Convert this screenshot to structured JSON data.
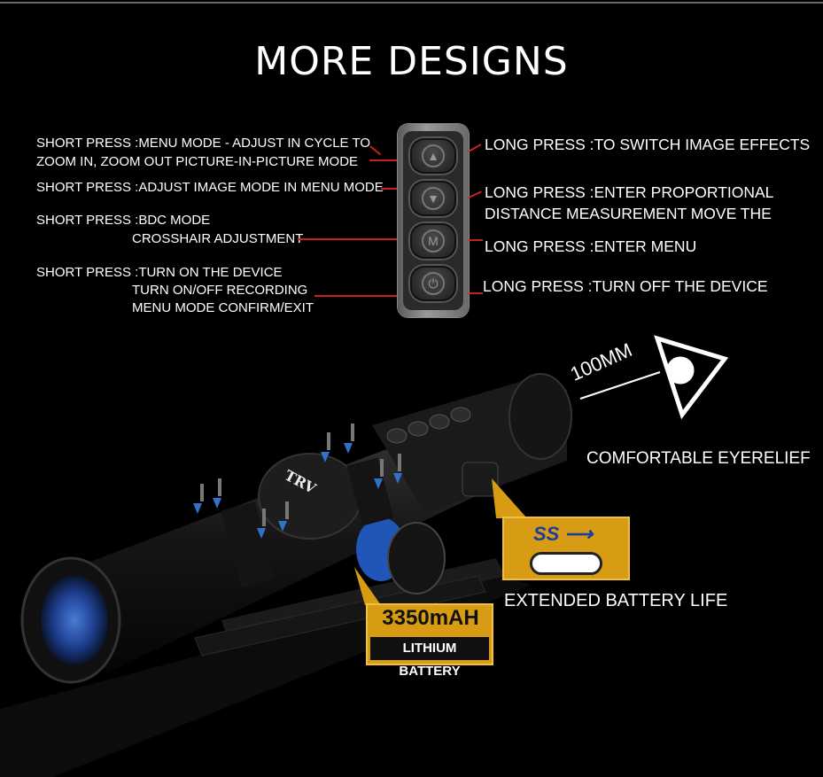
{
  "title": "MORE DESIGNS",
  "left_labels": [
    "SHORT PRESS :MENU MODE - ADJUST IN CYCLE TO",
    "ZOOM IN, ZOOM OUT PICTURE-IN-PICTURE MODE",
    "SHORT PRESS :ADJUST IMAGE MODE IN MENU MODE",
    "SHORT PRESS :BDC MODE",
    "CROSSHAIR ADJUSTMENT",
    "SHORT PRESS :TURN ON THE DEVICE",
    "TURN ON/OFF RECORDING",
    "MENU MODE CONFIRM/EXIT"
  ],
  "right_labels": [
    "LONG PRESS :TO SWITCH IMAGE EFFECTS",
    "LONG PRESS :ENTER PROPORTIONAL",
    "DISTANCE MEASUREMENT MOVE THE",
    "LONG PRESS :ENTER MENU",
    "LONG PRESS :TURN OFF THE DEVICE"
  ],
  "keys": {
    "up": "▲",
    "down": "▼",
    "menu": "M",
    "power": "⏻"
  },
  "eye_relief": {
    "distance": "100MM",
    "caption": "COMFORTABLE EYERELIEF"
  },
  "usb": {
    "logo": "SS",
    "caption": "EXTENDED BATTERY LIFE"
  },
  "battery": {
    "capacity": "3350mAH",
    "type": "LITHIUM BATTERY"
  },
  "brand": "TRV",
  "icons": [
    "usb-symbol-icon",
    "eye-icon",
    "up-arrow-icon",
    "down-arrow-icon",
    "menu-icon",
    "power-icon"
  ],
  "colors": {
    "accent_line": "#c8231f",
    "gold": "#d79b14",
    "usb_blue": "#1a3ea0"
  }
}
